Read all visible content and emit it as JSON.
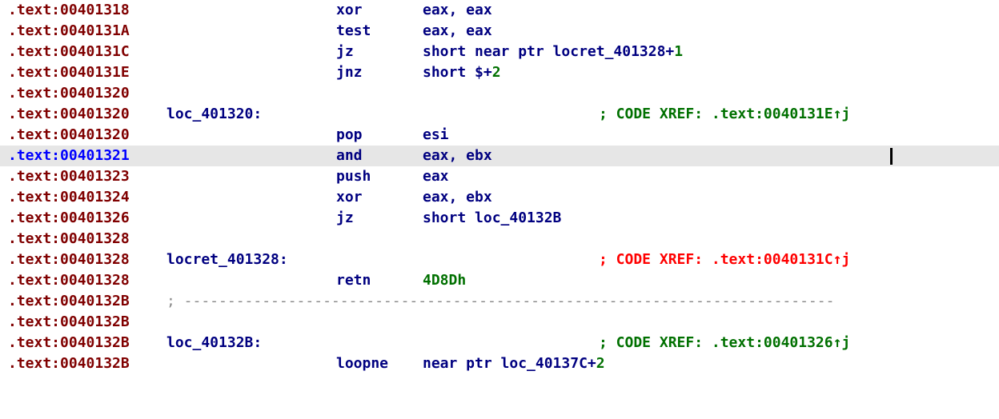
{
  "lines": [
    {
      "addr": ".text:00401318",
      "mnem": "xor",
      "ops": "eax, eax"
    },
    {
      "addr": ".text:0040131A",
      "mnem": "test",
      "ops": "eax, eax"
    },
    {
      "addr": ".text:0040131C",
      "mnem": "jz",
      "ops": "short near ptr locret_401328+",
      "num": "1"
    },
    {
      "addr": ".text:0040131E",
      "mnem": "jnz",
      "ops": "short $+",
      "num": "2"
    },
    {
      "addr": ".text:00401320"
    },
    {
      "addr": ".text:00401320",
      "label": "loc_401320:",
      "xref": "; CODE XREF: .text:0040131E↑j",
      "xref_color": "green"
    },
    {
      "addr": ".text:00401320",
      "mnem": "pop",
      "ops": "esi"
    },
    {
      "addr": ".text:00401321",
      "mnem": "and",
      "ops": "eax, ebx",
      "selected": true
    },
    {
      "addr": ".text:00401323",
      "mnem": "push",
      "ops": "eax"
    },
    {
      "addr": ".text:00401324",
      "mnem": "xor",
      "ops": "eax, ebx"
    },
    {
      "addr": ".text:00401326",
      "mnem": "jz",
      "ops": "short loc_40132B"
    },
    {
      "addr": ".text:00401328"
    },
    {
      "addr": ".text:00401328",
      "label": "locret_401328:",
      "xref": "; CODE XREF: .text:0040131C↑j",
      "xref_color": "red"
    },
    {
      "addr": ".text:00401328",
      "mnem": "retn",
      "ops": "",
      "num": "4D8Dh"
    },
    {
      "addr": ".text:0040132B",
      "separator": "; ---------------------------------------------------------------------------"
    },
    {
      "addr": ".text:0040132B"
    },
    {
      "addr": ".text:0040132B",
      "label": "loc_40132B:",
      "xref": "; CODE XREF: .text:00401326↑j",
      "xref_color": "green"
    },
    {
      "addr": ".text:0040132B",
      "mnem": "loopne",
      "ops": "near ptr loc_40137C+",
      "num": "2"
    }
  ],
  "colors": {
    "address": "#800000",
    "address_selected": "#0000ff",
    "code": "#000080",
    "number": "#007000",
    "xref": "#007000",
    "xref_red": "#ff0000",
    "separator": "#888888",
    "selection_bg": "#e6e6e6"
  }
}
